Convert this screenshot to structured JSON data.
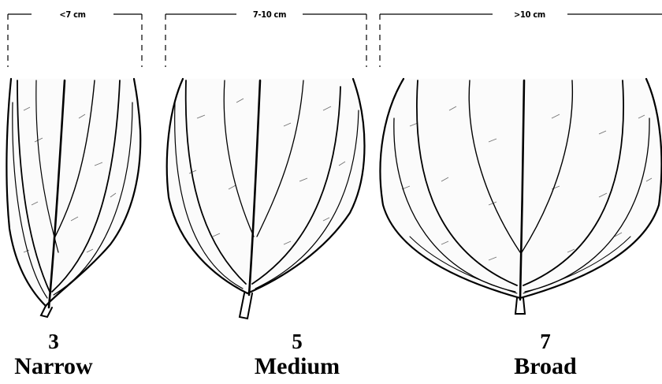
{
  "classes": [
    {
      "range": "<7 cm",
      "score": "3",
      "label": "Narrow"
    },
    {
      "range": "7-10 cm",
      "score": "5",
      "label": "Medium"
    },
    {
      "range": ">10  cm",
      "score": "7",
      "label": "Broad"
    }
  ]
}
